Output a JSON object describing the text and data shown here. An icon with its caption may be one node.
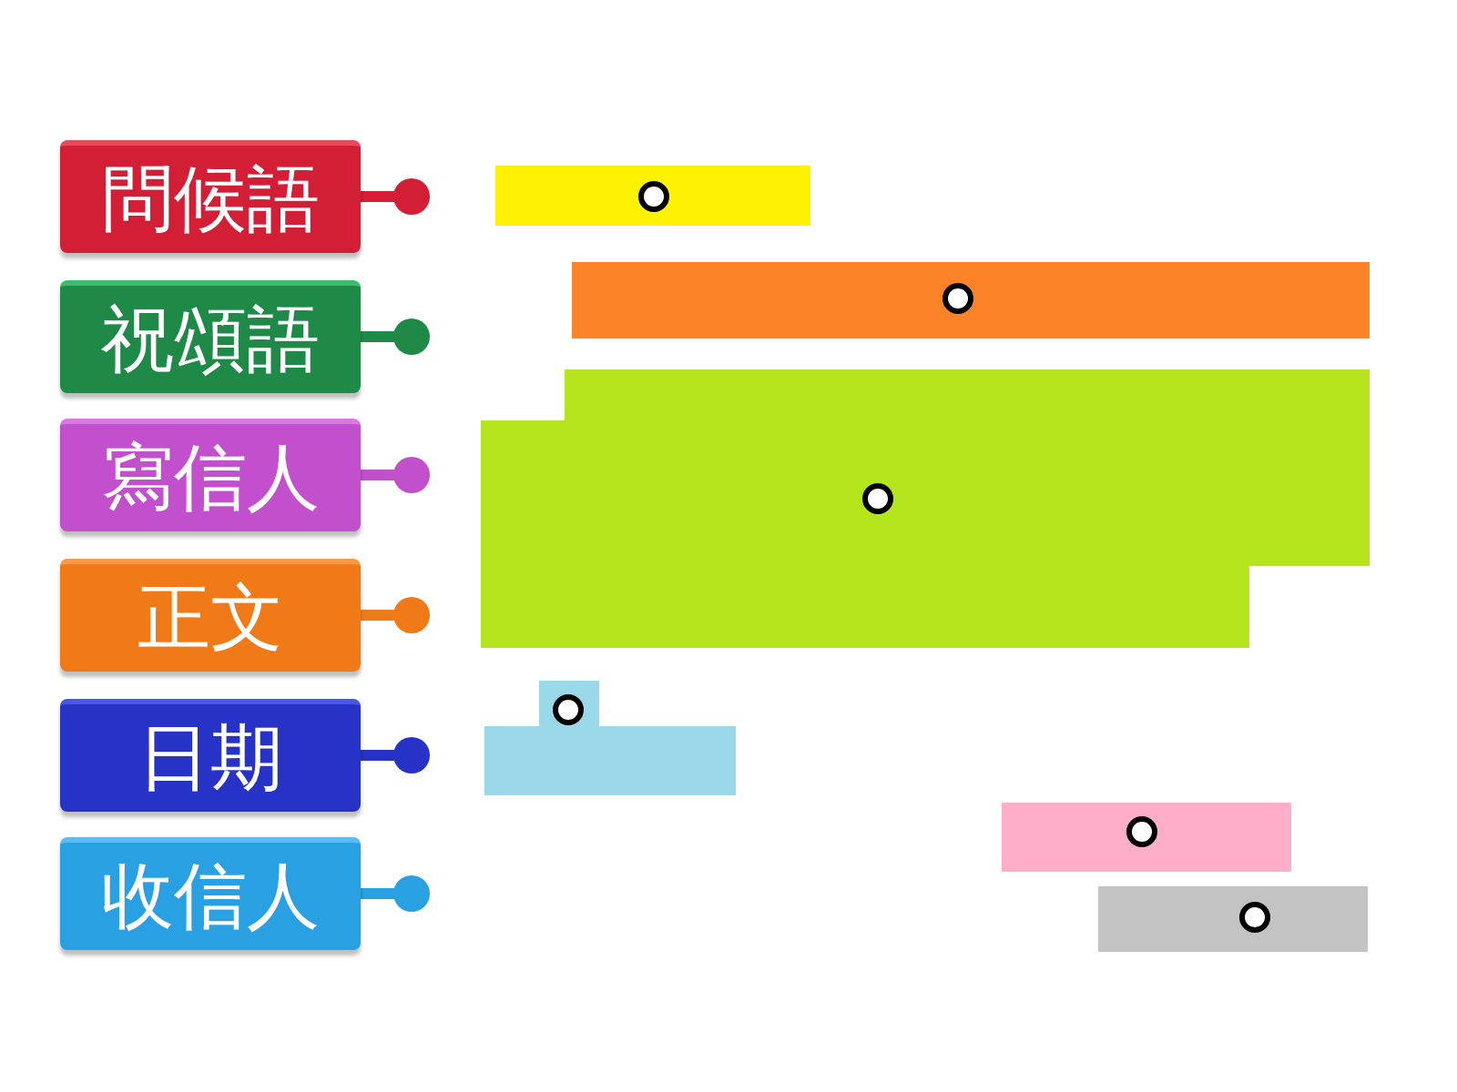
{
  "diagram": {
    "nodes": [
      {
        "text": [
          "問候語"
        ]
      },
      {
        "text": [
          "祝頌語"
        ]
      },
      {
        "text": [
          "寫信人"
        ]
      },
      {
        "text": [
          "正文"
        ]
      },
      {
        "text": [
          "日期"
        ]
      },
      {
        "text": [
          "收信人"
        ]
      }
    ]
  }
}
